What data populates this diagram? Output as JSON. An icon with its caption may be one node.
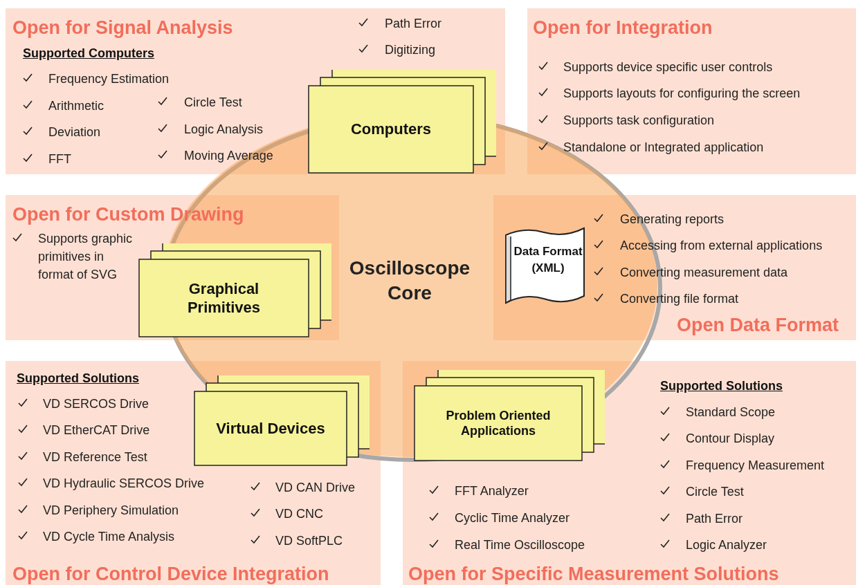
{
  "diagram": {
    "nodes": [
      {
        "text": [
          "Open for Signal Analysis",
          "Supported Computers",
          "Frequency Estimation",
          "Arithmetic",
          "Deviation",
          "FFT",
          "Circle Test",
          "Logic Analysis",
          "Moving Average",
          "Path Error",
          "Digitizing"
        ]
      },
      {
        "text": [
          "Open for Integration",
          "Supports device specific user controls",
          "Supports layouts for configuring the screen",
          "Supports task configuration",
          "Standalone or Integrated application"
        ]
      },
      {
        "text": [
          "Open for Custom Drawing",
          "Supports graphic primitives in format of SVG"
        ]
      },
      {
        "text": [
          "Generating reports",
          "Accessing from external applications",
          "Converting measurement data",
          "Converting file format",
          "Open Data Format"
        ]
      },
      {
        "text": [
          "Supported Solutions",
          "VD SERCOS Drive",
          "VD EtherCAT Drive",
          "VD Reference Test",
          "VD Hydraulic SERCOS Drive",
          "VD Periphery Simulation",
          "VD Cycle Time Analysis",
          "VD CAN Drive",
          "VD CNC",
          "VD SoftPLC",
          "Open for Control Device Integration"
        ]
      },
      {
        "text": [
          "Supported Solutions",
          "Standard Scope",
          "Contour Display",
          "Frequency Measurement",
          "Circle Test",
          "Path Error",
          "Logic Analyzer",
          "FFT Analyzer",
          "Cyclic Time Analyzer",
          "Real Time Oscilloscope",
          "Open for Specific Measurement  Solutions"
        ]
      },
      {
        "text": [
          "Oscilloscope Core"
        ]
      },
      {
        "text": [
          "Computers"
        ],
        "in": 0
      },
      {
        "text": [
          "Graphical Primitives"
        ]
      },
      {
        "text": [
          "Data Format (XML)"
        ]
      },
      {
        "text": [
          "Virtual Devices"
        ]
      },
      {
        "text": [
          "Problem Oriented Applications"
        ]
      }
    ],
    "edges": []
  }
}
